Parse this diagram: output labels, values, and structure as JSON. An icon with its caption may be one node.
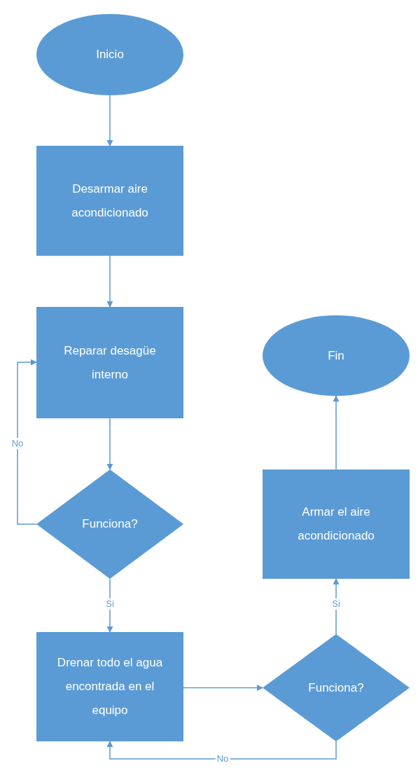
{
  "diagram": {
    "nodes": [
      {
        "text": [
          "Inicio"
        ]
      },
      {
        "text": [
          "Desarmar aire acondicionado"
        ]
      },
      {
        "text": [
          "Reparar desagüe interno"
        ]
      },
      {
        "text": [
          "Funciona?"
        ]
      },
      {
        "text": [
          "Drenar todo el agua encontrada en el equipo"
        ]
      },
      {
        "text": [
          "Funciona?"
        ]
      },
      {
        "text": [
          "Armar el aire acondicionado"
        ]
      },
      {
        "text": [
          "Fin"
        ]
      }
    ],
    "edges": [
      {
        "from": 0,
        "to": 1,
        "arrow": "to"
      },
      {
        "from": 1,
        "to": 2,
        "arrow": "to"
      },
      {
        "from": 2,
        "to": 3,
        "arrow": "to"
      },
      {
        "from": 3,
        "to": 2,
        "arrow": "to",
        "label": "No"
      },
      {
        "from": 3,
        "to": 4,
        "arrow": "to",
        "label": "Si"
      },
      {
        "from": 4,
        "to": 5,
        "arrow": "to"
      },
      {
        "from": 5,
        "to": 6,
        "arrow": "to",
        "label": "Si"
      },
      {
        "from": 5,
        "to": 4,
        "arrow": "to",
        "label": "No"
      },
      {
        "from": 6,
        "to": 7,
        "arrow": "to"
      }
    ]
  }
}
